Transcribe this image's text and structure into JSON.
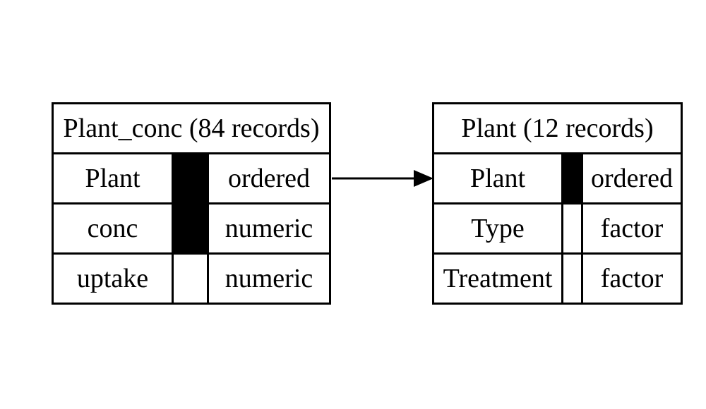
{
  "diagram": {
    "tables": [
      {
        "title": "Plant_conc (84 records)",
        "rows": [
          {
            "name": "Plant",
            "type": "ordered",
            "key": true
          },
          {
            "name": "conc",
            "type": "numeric",
            "key": true
          },
          {
            "name": "uptake",
            "type": "numeric",
            "key": false
          }
        ]
      },
      {
        "title": "Plant (12 records)",
        "rows": [
          {
            "name": "Plant",
            "type": "ordered",
            "key": true
          },
          {
            "name": "Type",
            "type": "factor",
            "key": false
          },
          {
            "name": "Treatment",
            "type": "factor",
            "key": false
          }
        ]
      }
    ],
    "relationship": {
      "from_table": "Plant_conc",
      "from_column": "Plant",
      "to_table": "Plant",
      "to_column": "Plant"
    }
  },
  "colors": {
    "background": "#ffffff",
    "border": "#000000",
    "key_fill": "#000000",
    "text": "#000000"
  }
}
